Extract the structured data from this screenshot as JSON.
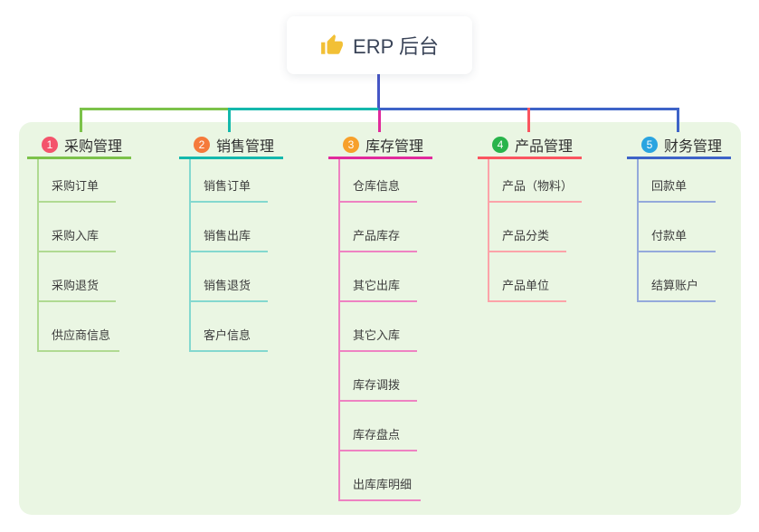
{
  "root": {
    "label": "ERP 后台",
    "icon": "thumbs-up-icon",
    "icon_color": "#f2c036"
  },
  "branches": [
    {
      "index": "1",
      "title": "采购管理",
      "badge_color": "#f4546c",
      "line_color": "#7cc24a",
      "child_line_color": "#b0da92",
      "children": [
        "采购订单",
        "采购入库",
        "采购退货",
        "供应商信息"
      ]
    },
    {
      "index": "2",
      "title": "销售管理",
      "badge_color": "#f57a3b",
      "line_color": "#14b8ac",
      "child_line_color": "#84d8cf",
      "children": [
        "销售订单",
        "销售出库",
        "销售退货",
        "客户信息"
      ]
    },
    {
      "index": "3",
      "title": "库存管理",
      "badge_color": "#f7a02b",
      "line_color": "#e12a9c",
      "child_line_color": "#ee82c2",
      "children": [
        "仓库信息",
        "产品库存",
        "其它出库",
        "其它入库",
        "库存调拨",
        "库存盘点",
        "出库库明细"
      ]
    },
    {
      "index": "4",
      "title": "产品管理",
      "badge_color": "#28b44b",
      "line_color": "#fa5560",
      "child_line_color": "#fca3a9",
      "children": [
        "产品（物料）",
        "产品分类",
        "产品单位"
      ]
    },
    {
      "index": "5",
      "title": "财务管理",
      "badge_color": "#2aa4e0",
      "line_color": "#3e63c8",
      "child_line_color": "#94a9db",
      "children": [
        "回款单",
        "付款单",
        "结算账户"
      ]
    }
  ],
  "colors": {
    "panel_background": "#eaf6e3",
    "root_connector": "#4656c6",
    "root_text": "#3a4458",
    "title_text": "#2f2f2f",
    "child_text": "#3d3d3d"
  }
}
